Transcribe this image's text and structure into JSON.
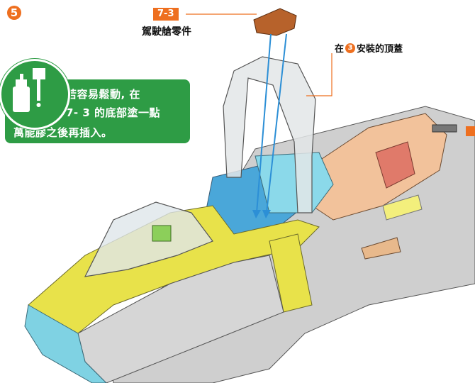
{
  "step": {
    "number": "5"
  },
  "part": {
    "tag": "7-3",
    "name": "駕駛艙零件"
  },
  "canopy_label": {
    "badge": "3",
    "text": "安裝的頂蓋",
    "prefix": "在"
  },
  "tip": {
    "line1": "若容易鬆動, 在",
    "line2": "7- 3 的底部塗一點",
    "line3": "萬能膠之後再插入。"
  },
  "colors": {
    "accent": "#ee6f1f",
    "tip_green": "#2e9c45",
    "fuselage_yellow": "#e8e24a",
    "fuselage_silver": "#c9c9c9",
    "nose_blue": "#7fd2e3",
    "skin_peach": "#f2c29b",
    "arrow_blue": "#2c8fd6"
  }
}
